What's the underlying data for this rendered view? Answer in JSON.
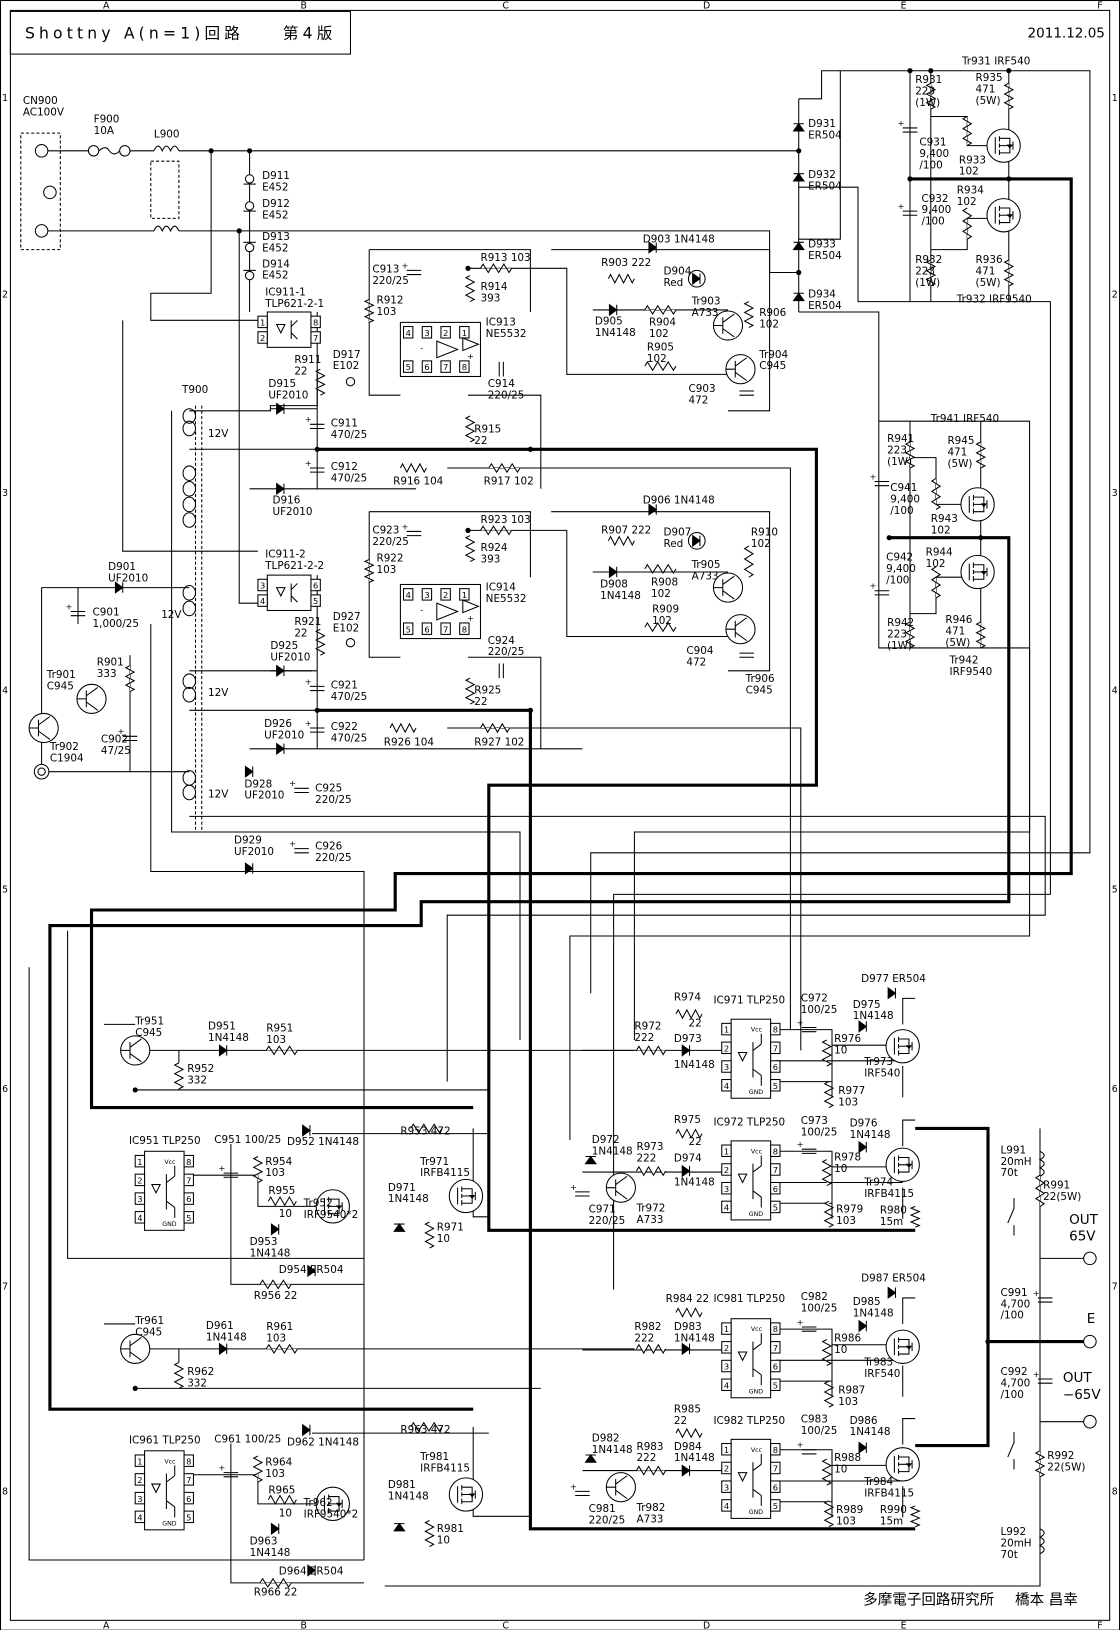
{
  "title": {
    "name": "Shottny A(n=1)回路",
    "edition": "第4版"
  },
  "date": "2011.12.05",
  "columns": [
    "A",
    "B",
    "C",
    "D",
    "E",
    "F"
  ],
  "rows": [
    "1",
    "2",
    "3",
    "4",
    "5",
    "6",
    "7",
    "8"
  ],
  "footer": {
    "org": "多摩電子回路研究所",
    "author": "橋本 昌幸"
  },
  "pin_labels": [
    "1",
    "2",
    "3",
    "4",
    "5",
    "6",
    "7",
    "8"
  ],
  "opamp_signs": {
    "minus": "-",
    "plus": "+"
  },
  "vcc_label": "Vcc",
  "gnd_label": "GND",
  "components": [
    [
      "CN900",
      "AC100V"
    ],
    [
      "F900",
      "10A"
    ],
    [
      "L900"
    ],
    [
      "D911",
      "E452"
    ],
    [
      "D912",
      "E452"
    ],
    [
      "D913",
      "E452"
    ],
    [
      "D914",
      "E452"
    ],
    [
      "IC911-1",
      "TLP621-2-1"
    ],
    [
      "R911",
      "22"
    ],
    [
      "D917",
      "E102"
    ],
    [
      "D915",
      "UF2010"
    ],
    [
      "T900"
    ],
    [
      "12V"
    ],
    [
      "C911",
      "470/25"
    ],
    [
      "C912",
      "470/25"
    ],
    [
      "R916 104"
    ],
    [
      "R917 102"
    ],
    [
      "D916",
      "UF2010"
    ],
    [
      "C913",
      "220/25"
    ],
    [
      "R912",
      "103"
    ],
    [
      "R913 103"
    ],
    [
      "R914",
      "393"
    ],
    [
      "IC913",
      "NE5532"
    ],
    [
      "C914",
      "220/25"
    ],
    [
      "R915",
      "22"
    ],
    [
      "D903 1N4148"
    ],
    [
      "R903 222"
    ],
    [
      "D904",
      "Red"
    ],
    [
      "Tr903",
      "A733"
    ],
    [
      "R906",
      "102"
    ],
    [
      "D905",
      "1N4148"
    ],
    [
      "R904",
      "102"
    ],
    [
      "R905",
      "102"
    ],
    [
      "Tr904",
      "C945"
    ],
    [
      "C903",
      "472"
    ],
    [
      "D931",
      "ER504"
    ],
    [
      "D932",
      "ER504"
    ],
    [
      "D933",
      "ER504"
    ],
    [
      "D934",
      "ER504"
    ],
    [
      "Tr931 IRF540"
    ],
    [
      "R931",
      "223",
      "(1W)"
    ],
    [
      "R935",
      "471",
      "(5W)"
    ],
    [
      "C931",
      "9,400",
      "/100"
    ],
    [
      "R933",
      "102"
    ],
    [
      "C932",
      "9,400",
      "/100"
    ],
    [
      "R934",
      "102"
    ],
    [
      "R932",
      "223",
      "(1W)"
    ],
    [
      "R936",
      "471",
      "(5W)"
    ],
    [
      "Tr932 IRF9540"
    ],
    [
      "Tr941 IRF540"
    ],
    [
      "R941",
      "223",
      "(1W)"
    ],
    [
      "R945",
      "471",
      "(5W)"
    ],
    [
      "C941",
      "9,400",
      "/100"
    ],
    [
      "R943",
      "102"
    ],
    [
      "R944",
      "102"
    ],
    [
      "C942",
      "9,400",
      "/100"
    ],
    [
      "R942",
      "223",
      "(1W)"
    ],
    [
      "R946",
      "471",
      "(5W)"
    ],
    [
      "Tr942",
      "IRF9540"
    ],
    [
      "IC911-2",
      "TLP621-2-2"
    ],
    [
      "D901",
      "UF2010"
    ],
    [
      "C901",
      "1,000/25"
    ],
    [
      "12V"
    ],
    [
      "R921",
      "22"
    ],
    [
      "D927",
      "E102"
    ],
    [
      "D925",
      "UF2010"
    ],
    [
      "C921",
      "470/25"
    ],
    [
      "C922",
      "470/25"
    ],
    [
      "R926 104"
    ],
    [
      "R927 102"
    ],
    [
      "D926",
      "UF2010"
    ],
    [
      "12V"
    ],
    [
      "Tr901",
      "C945"
    ],
    [
      "R901",
      "333"
    ],
    [
      "C902",
      "47/25"
    ],
    [
      "Tr902",
      "C1904"
    ],
    [
      "D928",
      "UF2010"
    ],
    [
      "C925",
      "220/25"
    ],
    [
      "12V"
    ],
    [
      "D929",
      "UF2010"
    ],
    [
      "C926",
      "220/25"
    ],
    [
      "C923",
      "220/25"
    ],
    [
      "R922",
      "103"
    ],
    [
      "R923 103"
    ],
    [
      "R924",
      "393"
    ],
    [
      "IC914",
      "NE5532"
    ],
    [
      "C924",
      "220/25"
    ],
    [
      "R925",
      "22"
    ],
    [
      "D906 1N4148"
    ],
    [
      "R907 222"
    ],
    [
      "D907",
      "Red"
    ],
    [
      "R910",
      "102"
    ],
    [
      "Tr905",
      "A733"
    ],
    [
      "D908",
      "1N4148"
    ],
    [
      "R908",
      "102"
    ],
    [
      "R909",
      "102"
    ],
    [
      "C904",
      "472"
    ],
    [
      "Tr906",
      "C945"
    ],
    [
      "Tr951",
      "C945"
    ],
    [
      "D951",
      "1N4148"
    ],
    [
      "R951",
      "103"
    ],
    [
      "R952",
      "332"
    ],
    [
      "IC951 TLP250"
    ],
    [
      "C951 100/25"
    ],
    [
      "D952 1N4148"
    ],
    [
      "R954",
      "103"
    ],
    [
      "R955"
    ],
    [
      "10"
    ],
    [
      "D953",
      "1N4148"
    ],
    [
      "Tr952",
      "IRF9540*2"
    ],
    [
      "D954 ER504"
    ],
    [
      "R956 22"
    ],
    [
      "R953 472"
    ],
    [
      "Tr971",
      "IRFB4115"
    ],
    [
      "D971",
      "1N4148"
    ],
    [
      "R971",
      "10"
    ],
    [
      "IC971 TLP250"
    ],
    [
      "C972",
      "100/25"
    ],
    [
      "D977 ER504"
    ],
    [
      "R974"
    ],
    [
      "22"
    ],
    [
      "D975",
      "1N4148"
    ],
    [
      "R972",
      "222"
    ],
    [
      "D973"
    ],
    [
      "1N4148"
    ],
    [
      "R976",
      "10"
    ],
    [
      "Tr973",
      "IRF540"
    ],
    [
      "R977",
      "103"
    ],
    [
      "R975"
    ],
    [
      "22"
    ],
    [
      "IC972 TLP250"
    ],
    [
      "C973",
      "100/25"
    ],
    [
      "D976",
      "1N4148"
    ],
    [
      "D972",
      "1N4148"
    ],
    [
      "R973",
      "222"
    ],
    [
      "D974"
    ],
    [
      "1N4148"
    ],
    [
      "R978",
      "10"
    ],
    [
      "Tr974",
      "IRFB4115"
    ],
    [
      "R980",
      "15m"
    ],
    [
      "R979",
      "103"
    ],
    [
      "C971",
      "220/25"
    ],
    [
      "Tr972",
      "A733"
    ],
    [
      "L991",
      "20mH",
      "70t"
    ],
    [
      "R991",
      "22(5W)"
    ],
    [
      "OUT",
      "65V"
    ],
    [
      "C991",
      "4,700",
      "/100"
    ],
    [
      "E"
    ],
    [
      "C992",
      "4,700",
      "/100"
    ],
    [
      "OUT",
      "−65V"
    ],
    [
      "R992",
      "22(5W)"
    ],
    [
      "L992",
      "20mH",
      "70t"
    ],
    [
      "Tr961",
      "C945"
    ],
    [
      "D961",
      "1N4148"
    ],
    [
      "R961",
      "103"
    ],
    [
      "R962",
      "332"
    ],
    [
      "IC961 TLP250"
    ],
    [
      "C961 100/25"
    ],
    [
      "D962 1N4148"
    ],
    [
      "R964",
      "103"
    ],
    [
      "R965"
    ],
    [
      "10"
    ],
    [
      "D963",
      "1N4148"
    ],
    [
      "Tr962",
      "IRF9540*2"
    ],
    [
      "D964 ER504"
    ],
    [
      "R966 22"
    ],
    [
      "R963 472"
    ],
    [
      "Tr981",
      "IRFB4115"
    ],
    [
      "D981",
      "1N4148"
    ],
    [
      "R981",
      "10"
    ],
    [
      "IC981 TLP250"
    ],
    [
      "C982",
      "100/25"
    ],
    [
      "D987 ER504"
    ],
    [
      "R984 22"
    ],
    [
      "D985",
      "1N4148"
    ],
    [
      "R982",
      "222"
    ],
    [
      "D983",
      "1N4148"
    ],
    [
      "R986",
      "10"
    ],
    [
      "Tr983",
      "IRF540"
    ],
    [
      "R987",
      "103"
    ],
    [
      "R985",
      "22"
    ],
    [
      "IC982 TLP250"
    ],
    [
      "C983",
      "100/25"
    ],
    [
      "D986",
      "1N4148"
    ],
    [
      "D982",
      "1N4148"
    ],
    [
      "R983",
      "222"
    ],
    [
      "D984",
      "1N4148"
    ],
    [
      "R988",
      "10"
    ],
    [
      "Tr984",
      "IRFB4115"
    ],
    [
      "R990",
      "15m"
    ],
    [
      "R989",
      "103"
    ],
    [
      "C981",
      "220/25"
    ],
    [
      "Tr982",
      "A733"
    ]
  ]
}
